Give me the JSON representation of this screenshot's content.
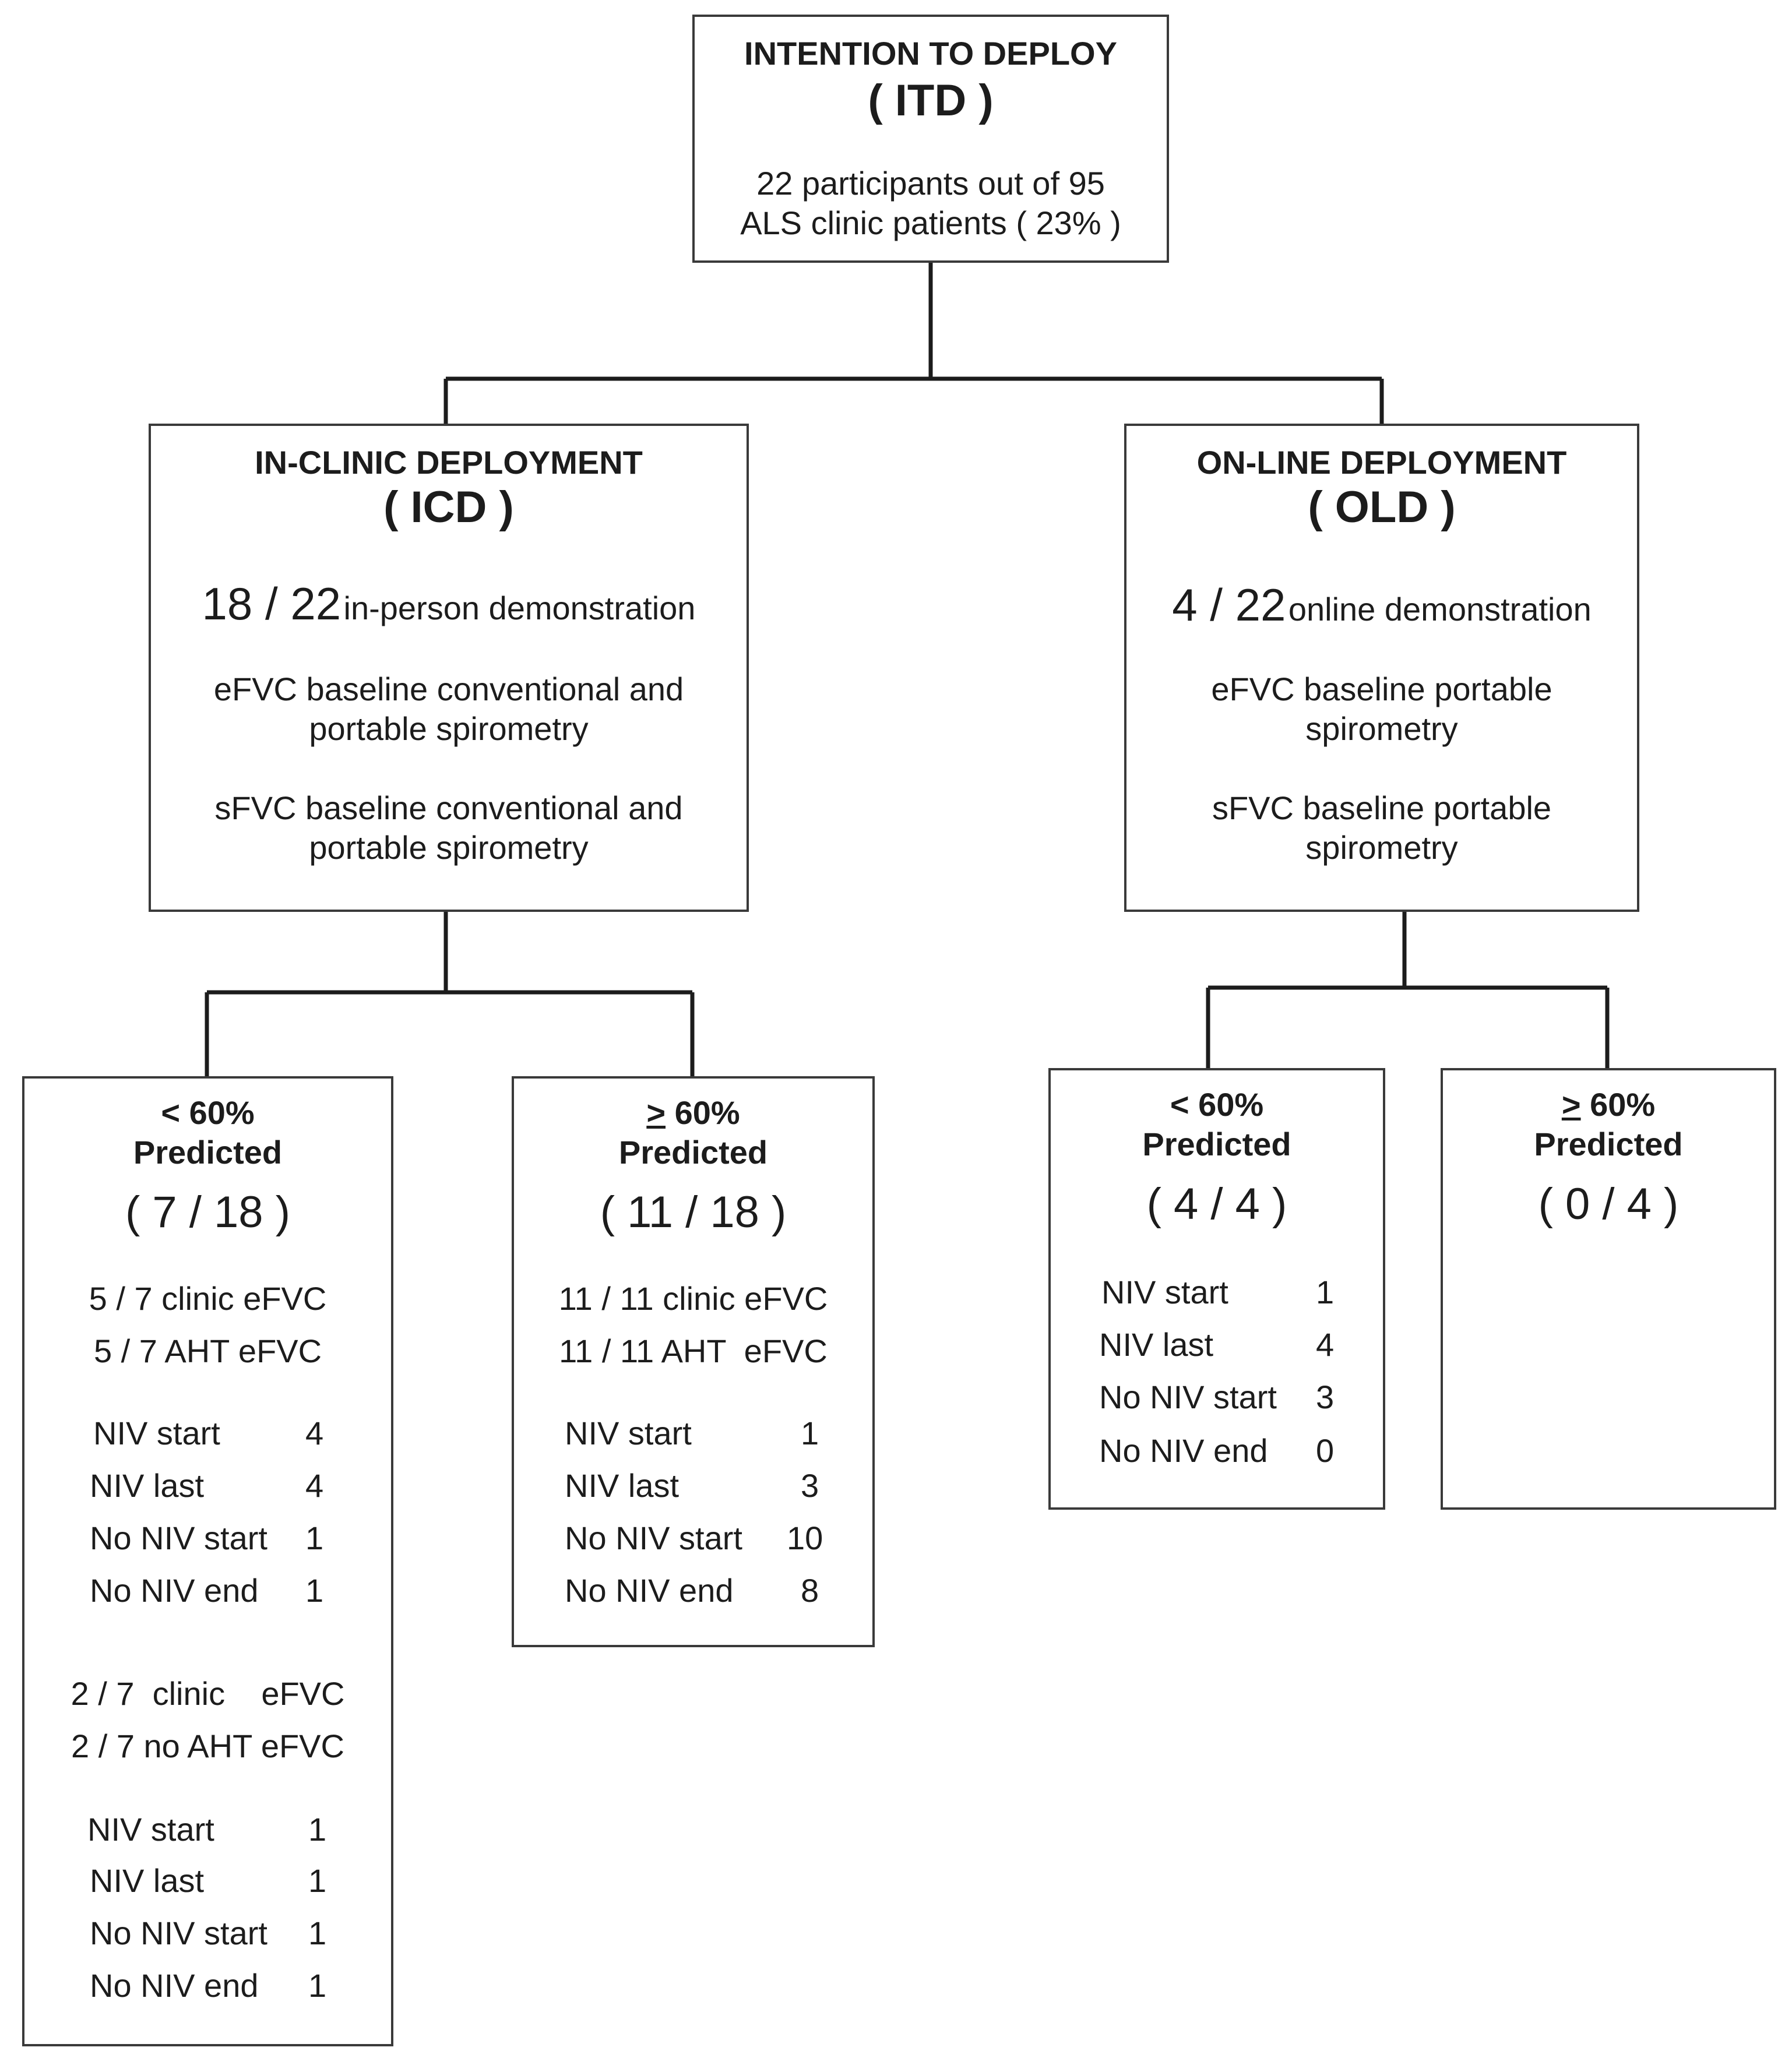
{
  "itd": {
    "title": "INTENTION TO DEPLOY",
    "abbr": "( ITD )",
    "line1": "22 participants out of 95",
    "line2": "ALS clinic patients ( 23% )"
  },
  "icd": {
    "title": "IN-CLINIC DEPLOYMENT",
    "abbr": "( ICD )",
    "count": "18 / 22",
    "count_label": "in-person demonstration",
    "efvc1": "eFVC baseline conventional and",
    "efvc2": "portable spirometry",
    "sfvc1": "sFVC baseline conventional and",
    "sfvc2": "portable spirometry"
  },
  "old": {
    "title": "ON-LINE DEPLOYMENT",
    "abbr": "( OLD )",
    "count": "4 / 22",
    "count_label": "online demonstration",
    "efvc1": "eFVC baseline portable",
    "efvc2": "spirometry",
    "sfvc1": "sFVC baseline portable",
    "sfvc2": "spirometry"
  },
  "icd_lt": {
    "pct": "< 60%",
    "pred": "Predicted",
    "ratio": "( 7 / 18 )",
    "g1a": "5 / 7 clinic eFVC",
    "g1b": "5 / 7 AHT  eFVC",
    "rows1": [
      {
        "label": "NIV start",
        "value": "4"
      },
      {
        "label": "NIV last",
        "value": "4"
      },
      {
        "label": "No NIV start",
        "value": "1"
      },
      {
        "label": "No NIV end",
        "value": "1"
      }
    ],
    "g2a": "2 / 7  clinic    eFVC",
    "g2b": "2 / 7 no AHT eFVC",
    "rows2": [
      {
        "label": "NIV start",
        "value": "1"
      },
      {
        "label": "NIV last",
        "value": "1"
      },
      {
        "label": "No NIV start",
        "value": "1"
      },
      {
        "label": "No NIV end",
        "value": "1"
      }
    ]
  },
  "icd_ge": {
    "sym": ">",
    "pct": " 60%",
    "pred": "Predicted",
    "ratio": "( 11 / 18 )",
    "g1a": "11 / 11 clinic eFVC",
    "g1b": "11 / 11 AHT  eFVC",
    "rows": [
      {
        "label": "NIV start",
        "value": "1"
      },
      {
        "label": "NIV last",
        "value": "3"
      },
      {
        "label": "No NIV start",
        "value": "10"
      },
      {
        "label": "No NIV end",
        "value": "8"
      }
    ]
  },
  "old_lt": {
    "pct": "< 60%",
    "pred": "Predicted",
    "ratio": "( 4 / 4 )",
    "rows": [
      {
        "label": "NIV start",
        "value": "1"
      },
      {
        "label": "NIV last",
        "value": "4"
      },
      {
        "label": "No NIV start",
        "value": "3"
      },
      {
        "label": "No NIV end",
        "value": "0"
      }
    ]
  },
  "old_ge": {
    "sym": ">",
    "pct": " 60%",
    "pred": "Predicted",
    "ratio": "( 0 / 4 )"
  }
}
